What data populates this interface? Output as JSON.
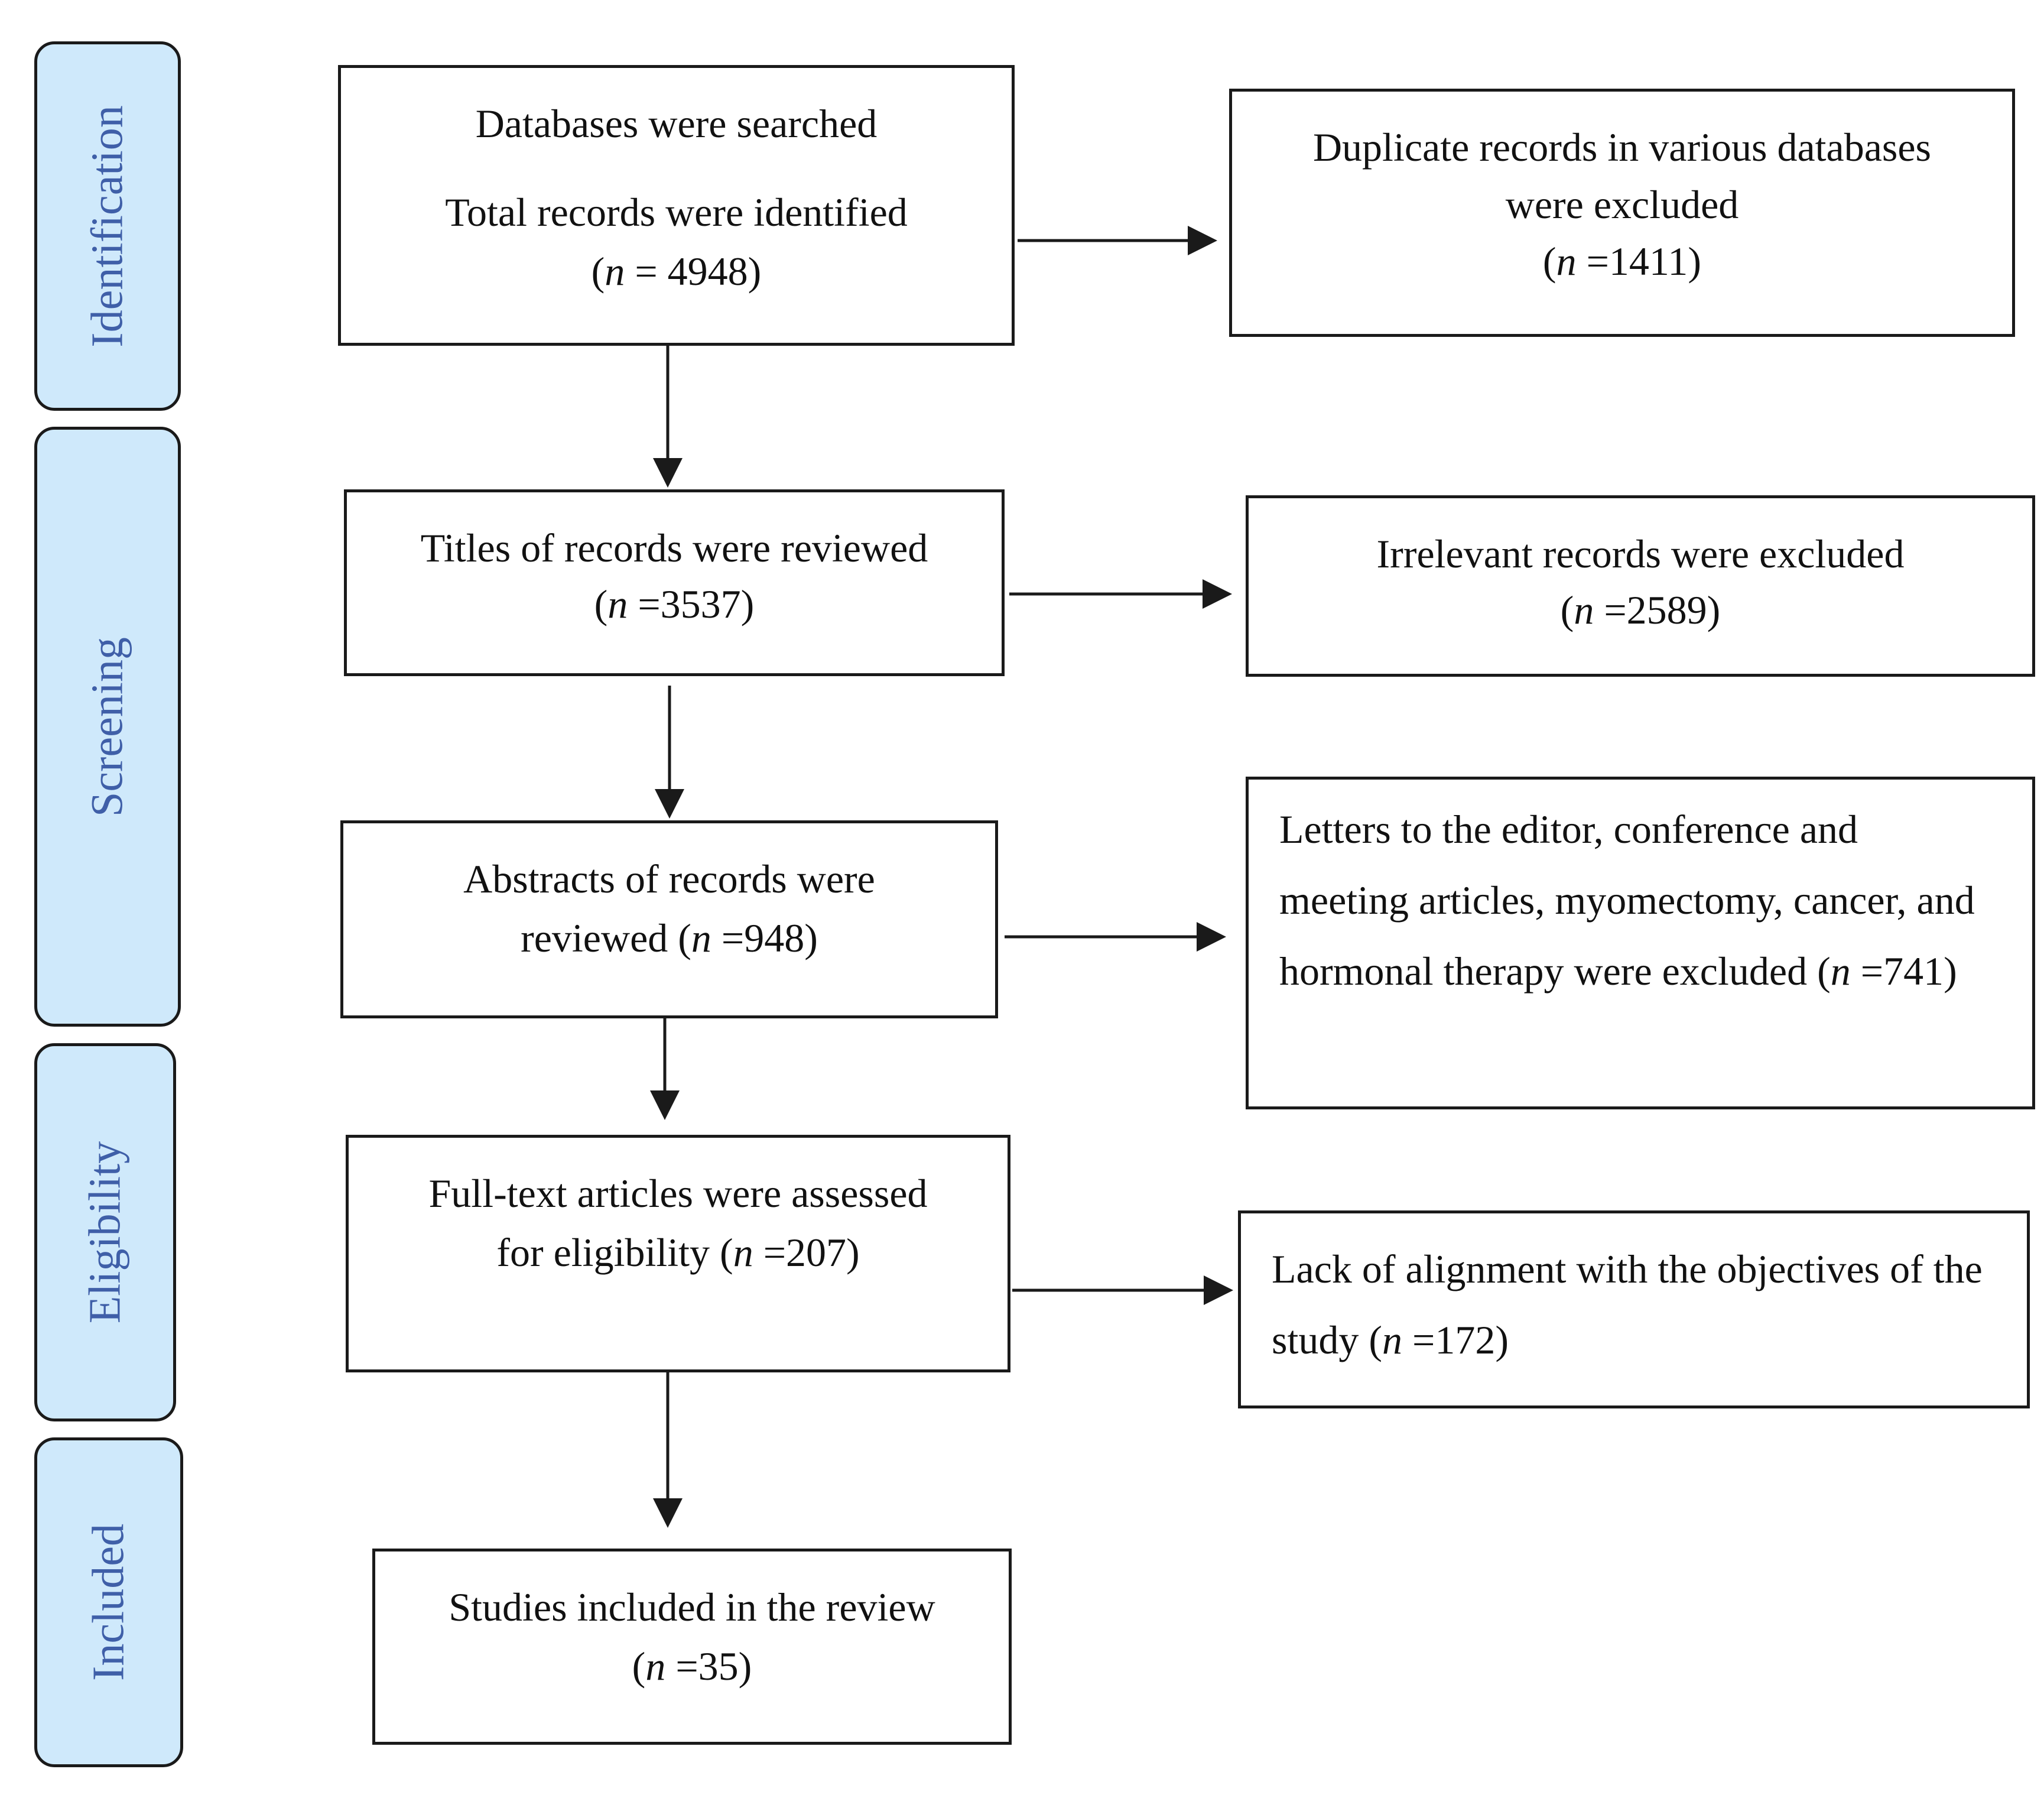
{
  "stages": [
    {
      "id": "identification",
      "label": "Identification"
    },
    {
      "id": "screening",
      "label": "Screening"
    },
    {
      "id": "eligibility",
      "label": "Eligibility"
    },
    {
      "id": "included",
      "label": "Included"
    }
  ],
  "main_boxes": {
    "searched": {
      "line1": "Databases were searched",
      "line2": "Total records were identified",
      "count_open": "(",
      "n": "n",
      "count": " = 4948)"
    },
    "titles": {
      "line1": "Titles of records were reviewed",
      "count_open": "(",
      "n": "n",
      "count": " =3537)"
    },
    "abstracts": {
      "line1": "Abstracts of records were",
      "line2": "reviewed (",
      "n": "n",
      "count": " =948)"
    },
    "fulltext": {
      "line1": "Full-text articles were assessed",
      "line2": "for eligibility (",
      "n": "n",
      "count": " =207)"
    },
    "included": {
      "line1": "Studies included in the review",
      "count_open": "(",
      "n": "n",
      "count": " =35)"
    }
  },
  "exclusion_boxes": {
    "duplicates": {
      "line1": "Duplicate records in various databases",
      "line2": "were excluded",
      "count_open": "(",
      "n": "n",
      "count": " =1411)"
    },
    "irrelevant": {
      "line1": "Irrelevant records were excluded",
      "count_open": "(",
      "n": "n",
      "count": " =2589)"
    },
    "letters": {
      "line1": "Letters to the editor, conference and",
      "line2": "meeting articles, myomectomy, cancer, and",
      "line3": "hormonal therapy were excluded (",
      "n": "n",
      "count": " =741)"
    },
    "alignment": {
      "line1": "Lack of alignment with the objectives of the",
      "line2": "study (",
      "n": "n",
      "count": " =172)"
    }
  },
  "colors": {
    "stage_fill": "#cfe9fb",
    "stage_text": "#3f5fa8",
    "line": "#1a1a1a"
  }
}
